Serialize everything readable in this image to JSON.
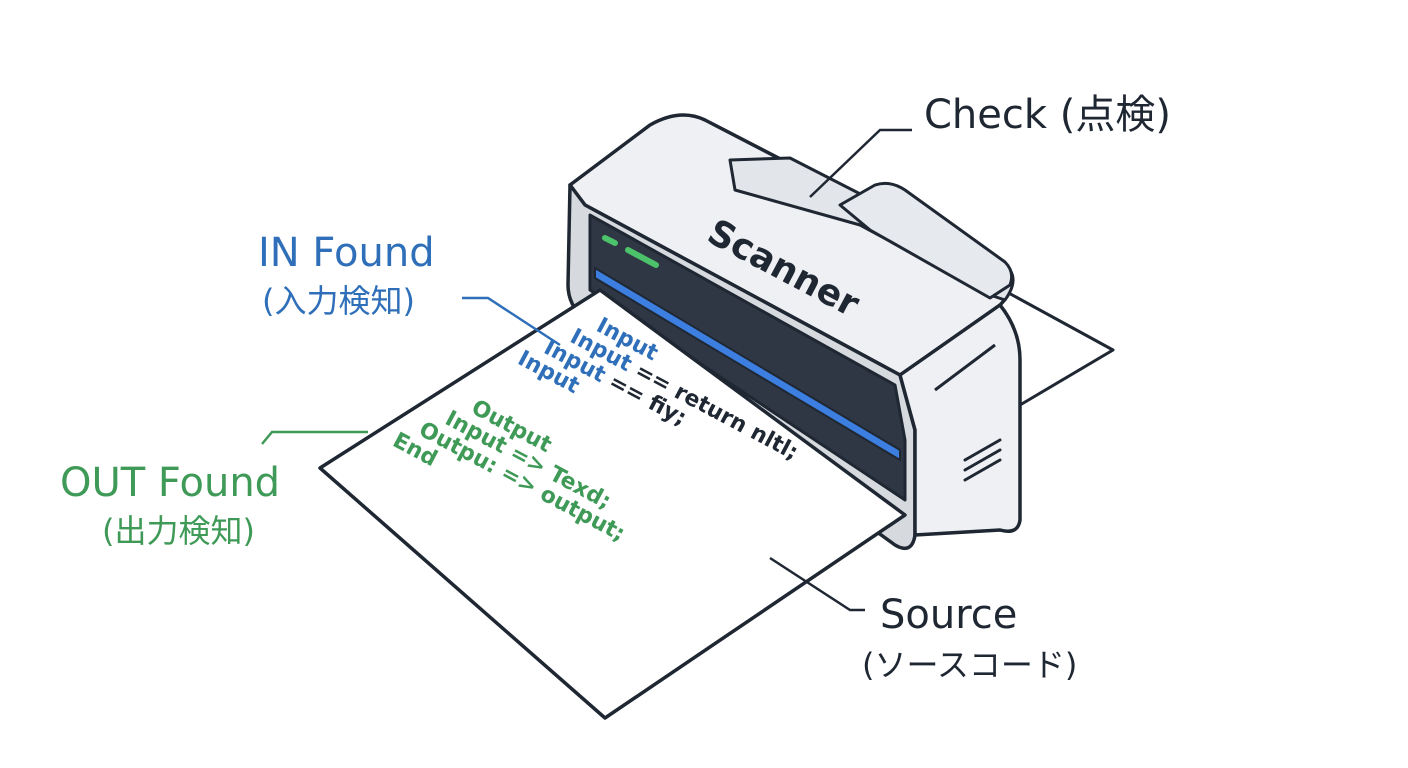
{
  "labels": {
    "check": "Check (点検)",
    "in_found": {
      "en": "IN Found",
      "ja": "(入力検知)"
    },
    "out_found": {
      "en": "OUT Found",
      "ja": "(出力検知)"
    },
    "source": {
      "en": "Source",
      "ja": "(ソースコード)"
    }
  },
  "scanner": {
    "label": "Scanner"
  },
  "paper": {
    "input_lines": [
      {
        "kw": "Input",
        "rest": ""
      },
      {
        "kw": "Input",
        "rest": " == return nltl;"
      },
      {
        "kw": "Input",
        "rest": " == fiy;"
      },
      {
        "kw": "Input",
        "rest": ""
      }
    ],
    "output_lines": [
      "Output",
      "Input => Texd;",
      "Outpu: => output;",
      "End"
    ]
  },
  "colors": {
    "ink": "#1f2733",
    "in_blue": "#2f6fb9",
    "out_green": "#3f9a58",
    "body_light": "#eef0f3",
    "body_mid": "#d6dadf",
    "slot_dark": "#2f3744",
    "scan_blue": "#3c7fe0",
    "led_green": "#4cc26a"
  }
}
